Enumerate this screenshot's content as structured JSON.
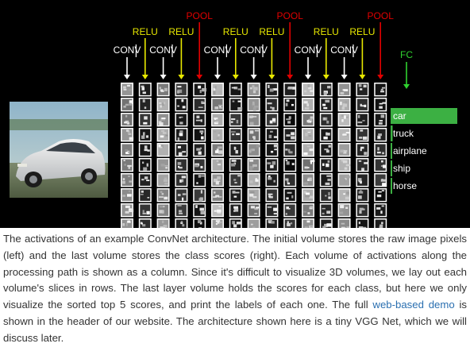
{
  "figure": {
    "layer_labels": {
      "conv": "CONV",
      "relu": "RELU",
      "pool": "POOL",
      "fc": "FC"
    },
    "architecture": [
      "CONV",
      "RELU",
      "CONV",
      "RELU",
      "POOL",
      "CONV",
      "RELU",
      "CONV",
      "RELU",
      "POOL",
      "CONV",
      "RELU",
      "CONV",
      "RELU",
      "POOL",
      "FC"
    ],
    "slices_per_column": 10,
    "class_scores": [
      {
        "label": "car",
        "score": 1.0
      },
      {
        "label": "truck",
        "score": 0.03
      },
      {
        "label": "airplane",
        "score": 0.02
      },
      {
        "label": "ship",
        "score": 0.02
      },
      {
        "label": "horse",
        "score": 0.01
      }
    ],
    "colors": {
      "background": "#000000",
      "conv_arrow": "#ffffff",
      "relu_arrow": "#e8e800",
      "pool_arrow": "#e00000",
      "fc_arrow": "#2fd22f",
      "score_bar": "#3cb043",
      "caption_link": "#2a6fb0"
    }
  },
  "caption": {
    "text_before_link": "The activations of an example ConvNet architecture. The initial volume stores the raw image pixels (left) and the last volume stores the class scores (right). Each volume of activations along the processing path is shown as a column. Since it's difficult to visualize 3D volumes, we lay out each volume's slices in rows. The last layer volume holds the scores for each class, but here we only visualize the sorted top 5 scores, and print the labels of each one. The full ",
    "link_text": "web-based demo",
    "text_after_link": " is shown in the header of our website. The architecture shown here is a tiny VGG Net, which we will discuss later."
  }
}
